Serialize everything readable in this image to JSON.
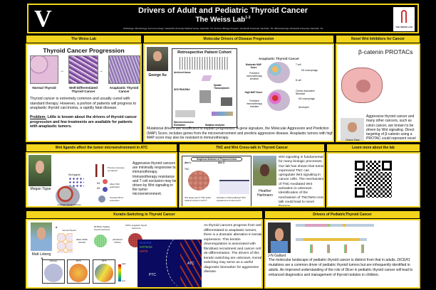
{
  "header": {
    "logo": "V",
    "title": "Drivers of Adult and Pediatric Thyroid Cancer",
    "subtitle": "The Weiss Lab",
    "subtitle_sup": "1-3",
    "affiliations": "1Pathology, Microbiology, and Immunology, Vanderbilt University Medical Center, Nashville, TN; 2Cancer Biology Program, Vanderbilt University, Nashville, TN; 3Pharmacology Vanderbilt University, Nashville, TN",
    "lab_logo": "THE WEISS LAB"
  },
  "weiss_lab": {
    "header": "The Weiss Lab",
    "figure_title": "Thyroid Cancer Progression",
    "stages": [
      "Normal Thyroid",
      "Well-Differentiated Thyroid Cancer",
      "Anaplastic Thyroid Cancer"
    ],
    "body": "Thyroid cancer is extremely common and usually cured with standard therapy. However, a portion of patients will progress to anaplastic thyroid carcinoma, a rapidly fatal disease.",
    "problem_label": "Problem:",
    "problem": " Little is known about the drivers of thyroid cancer progression and few treatments are available for patients with anaplastic tumors."
  },
  "molecular": {
    "header": "Molecular Drivers of Disease Progression",
    "person": "George Xu",
    "cohort_title": "Retrospective Patient Cohort",
    "labels": [
      "Archived tissue",
      "NGS RNA/DNA",
      "Spatial Transcriptome",
      "Microenvironment Estimation",
      "Mutation Analysis"
    ],
    "atc_title": "Anaplastic Thyroid Cancer",
    "moderate": "Moderate MAP Score",
    "moderate_pred": "Predicted immunotherapy sensitive",
    "high": "High MAP Score",
    "high_pred": "Predicted immunotherapy resistant",
    "cells_top": [
      "T cell",
      "M1 macrophage",
      "B cell"
    ],
    "cells_bottom": [
      "Cancer-associated fibroblast",
      "M2 macrophage",
      "Neutrophil"
    ],
    "body": "Mutational drivers are insufficient to explain progression. A gene signature, the Molecular Aggression and Prediction (MAP) Score, includes genes from the microenvironment and predicts aggressive disease. Anaplastic tumors with high MAP score may also be resistant to immunotherapy."
  },
  "wnt_inhib": {
    "header": "Novel Wnt Inhibitors for Cancer",
    "figure_title": "β-catenin PROTACs",
    "person": "Diana Diaz",
    "body": "Aggressive thyroid cancer and many other cancers, such as colon cancer, are known to be driven by Wnt signaling. Direct targeting of β-catenin using a PROTAC could represent novel therapy."
  },
  "wnt_ligands": {
    "header": "Wnt ligands affect the tumor microenvironment in ATC",
    "person": "Megan Tigue",
    "labels": [
      "Wnt ligands",
      "Anaplastic thyroid carcinoma",
      "Promote monocyte recruitment",
      "M1",
      "M2",
      "Affect TAM polarization",
      "Increase PD-L1 expression"
    ],
    "body": "Aggressive thyroid cancers are minimally responsive to immunotherapy. Immunotherapy resistance and T cell exclusion may be driven by Wnt signaling in the tumor microenvironment."
  },
  "tnc": {
    "header": "TNC and Wnt Cross-talk  in Thyroid Cancer",
    "abstract_title": "Graphical Abstract of Proposed Aims",
    "aim1": "Aim 1:",
    "aim2": "Aim 2:",
    "tnc_label": "TNC",
    "q1": "Wnt target gene? TNC splice variants present in ATC?",
    "q2": "Activation of Wnt pathway? Wnt signalosome involvement?",
    "person": "Heather Hartmann",
    "body": "Wnt signaling is fundamental for many biologic processes. Our lab has shown that tumor-expressed TNC can upregulate Wnt signaling in cancer cells. The mechanism of TNC-mediated Wnt activation is unknown. Identification of the mechanism of TNC/Wnt cross talk could lead to novel therapy."
  },
  "learn": {
    "header": "Learn more about the lab"
  },
  "keratin": {
    "header": "Keratin-Switching in Thyroid Cancer",
    "person": "Matt Loberg",
    "panel_a": "A",
    "panel_b": "B",
    "stages": [
      "Normal Thyroid",
      "KRT8/18+ Papillary Thyroid Carcinoma",
      "KRT5+ Anaplastic Thyroid Carcinoma"
    ],
    "arrows": [
      "BRAF V600E OR RAS",
      "p53 EIF1AX PIK3CA"
    ],
    "ihc": [
      "Histology",
      "KRT8",
      "KRT5"
    ],
    "scale": [
      "High",
      "Low"
    ],
    "if_legend": [
      "Hoechst",
      "KRT8/18",
      "KRT5"
    ],
    "regions": [
      "PTC",
      "ATC"
    ],
    "colors": {
      "hoechst": "#3355ff",
      "krt8": "#66cc44",
      "krt5": "#ee5533"
    },
    "body": "As thyroid cancers progress from well-differentiated to anaplastic tumors, there is a dramatic alteration in keratin expression. This keratin downregulation is associated with fibroblast recruitment and cancer cell de-differentiation. The drivers of this keratin switching are unknown. Keratin switching may serve as a useful diagnostic biomarker for aggressive disease."
  },
  "pediatric": {
    "header": "Drivers of PediatricThyroid Cancer",
    "person": "J-N Gallant",
    "body_pre": "The molecular landscape of pediatric thyroid cancer is distinct from that in adults. ",
    "gene": "DICER1",
    "body_post": " mutations are a common driver of pediatric thyroid tumors but are infrequently identified in adults. An improved understanding of the role of Dicer in pediatric thyroid cancer will lead to enhanced diagnostics and management of thyroid nodules in children."
  },
  "colors": {
    "accent": "#f2d51c",
    "background": "#000000"
  }
}
